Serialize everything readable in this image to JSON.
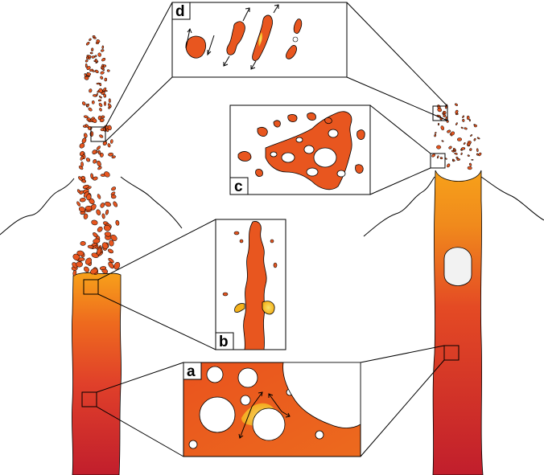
{
  "panels": {
    "a": {
      "label": "a"
    },
    "b": {
      "label": "b"
    },
    "c": {
      "label": "c"
    },
    "d": {
      "label": "d"
    }
  },
  "colors": {
    "melt_top": "#f29a1a",
    "melt_mid": "#ec5a1d",
    "melt_bottom": "#c8202a",
    "fragment": "#e8561f",
    "outline": "#000000",
    "bubble": "#f2f2f2",
    "highlight": "#f5b21c"
  }
}
